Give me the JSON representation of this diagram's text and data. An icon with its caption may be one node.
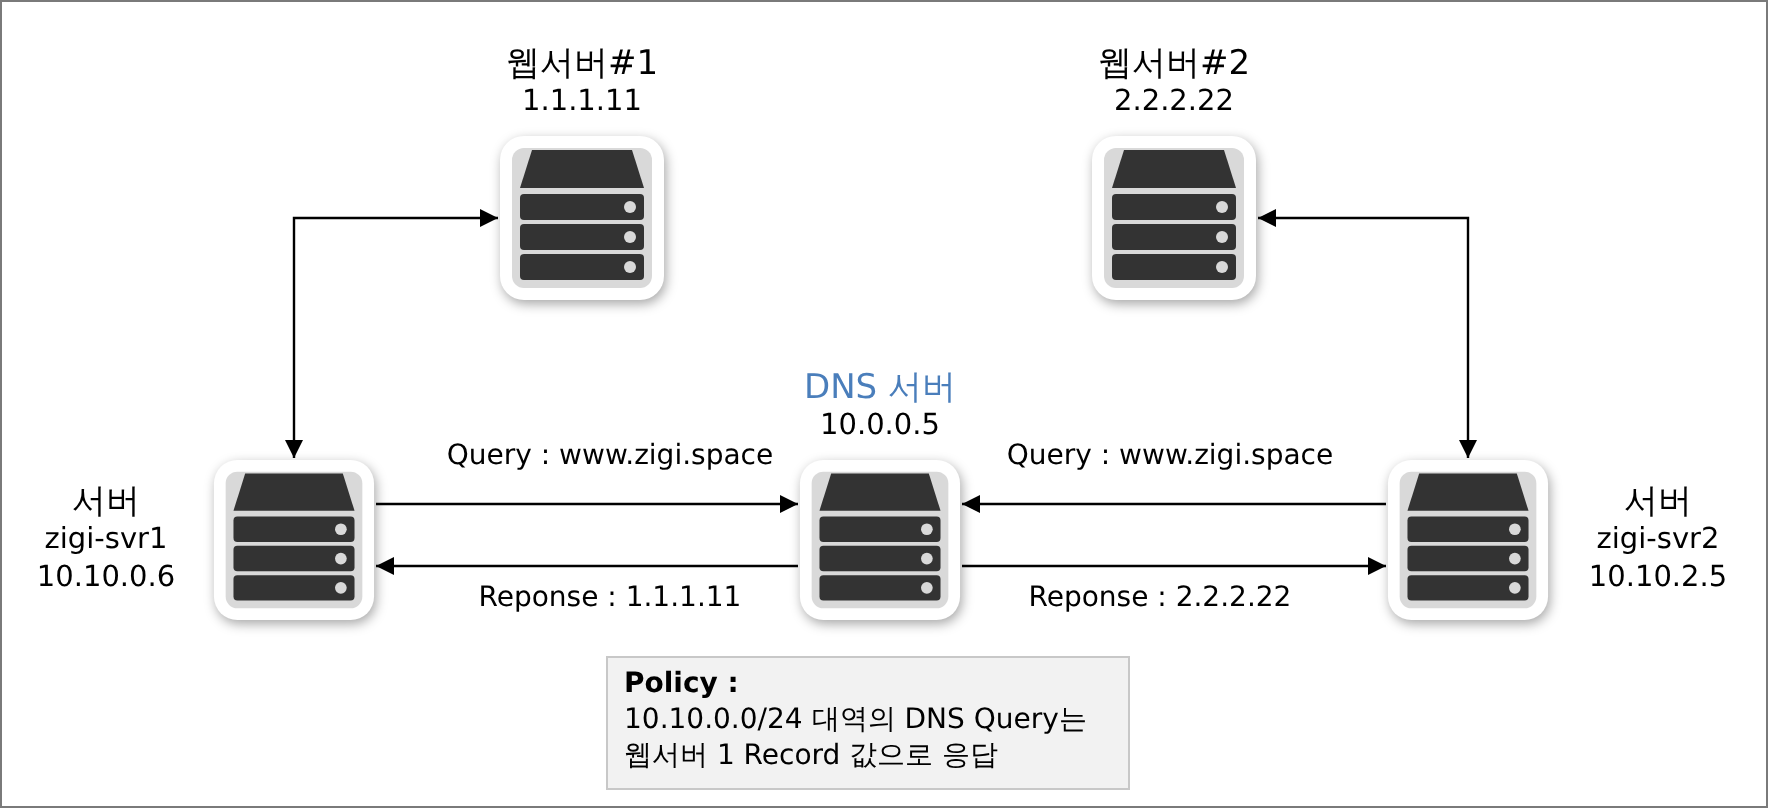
{
  "diagram": {
    "nodes": [
      {
        "text": [
          "웹서버#1",
          "1.1.1.11"
        ]
      },
      {
        "text": [
          "웹서버#2",
          "2.2.2.22"
        ]
      },
      {
        "text": [
          "서버",
          "zigi-svr1",
          "10.10.0.6"
        ]
      },
      {
        "text": [
          "DNS 서버",
          "10.0.0.5"
        ]
      },
      {
        "text": [
          "서버",
          "zigi-svr2",
          "10.10.2.5"
        ]
      },
      {
        "text": [
          "Policy :",
          "10.10.0.0/24 대역의 DNS Query는 웹서버 1 Record 값으로 응답"
        ]
      }
    ],
    "edges": [
      {
        "from": 2,
        "to": 0,
        "arrow": "both"
      },
      {
        "from": 4,
        "to": 1,
        "arrow": "both"
      },
      {
        "from": 2,
        "to": 3,
        "arrow": "to",
        "label": "Query : www.zigi.space"
      },
      {
        "from": 3,
        "to": 2,
        "arrow": "to",
        "label": "Reponse : 1.1.1.11"
      },
      {
        "from": 4,
        "to": 3,
        "arrow": "to",
        "label": "Query : www.zigi.space"
      },
      {
        "from": 3,
        "to": 4,
        "arrow": "to",
        "label": "Reponse : 2.2.2.22"
      }
    ]
  }
}
